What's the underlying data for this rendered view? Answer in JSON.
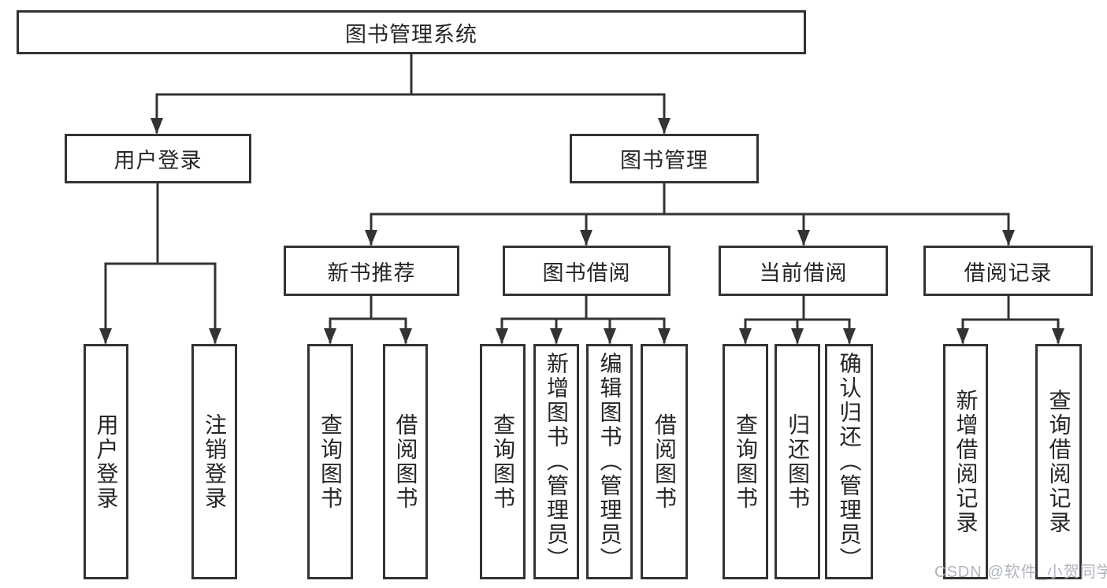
{
  "diagram": {
    "root": {
      "label": "图书管理系统"
    },
    "level2": [
      {
        "id": "user-login",
        "label": "用户登录"
      },
      {
        "id": "book-management",
        "label": "图书管理"
      }
    ],
    "level3": [
      {
        "id": "new-book-recommend",
        "label": "新书推荐"
      },
      {
        "id": "book-borrow",
        "label": "图书借阅"
      },
      {
        "id": "current-borrow",
        "label": "当前借阅"
      },
      {
        "id": "borrow-records",
        "label": "借阅记录"
      }
    ],
    "leaves": [
      {
        "id": "user-login",
        "label": "用户登录"
      },
      {
        "id": "logout",
        "label": "注销登录"
      },
      {
        "id": "query-books-recommend",
        "label": "查询图书"
      },
      {
        "id": "borrow-books-recommend",
        "label": "借阅图书"
      },
      {
        "id": "query-books-borrow",
        "label": "查询图书"
      },
      {
        "id": "add-book-admin",
        "label": "新增图书（管理员）"
      },
      {
        "id": "edit-book-admin",
        "label": "编辑图书（管理员）"
      },
      {
        "id": "borrow-books-borrow",
        "label": "借阅图书"
      },
      {
        "id": "query-books-current",
        "label": "查询图书"
      },
      {
        "id": "return-book",
        "label": "归还图书"
      },
      {
        "id": "confirm-return-admin",
        "label": "确认归还（管理员）"
      },
      {
        "id": "add-borrow-record",
        "label": "新增借阅记录"
      },
      {
        "id": "query-borrow-record",
        "label": "查询借阅记录"
      }
    ]
  },
  "watermark": {
    "text": "CSDN @软件_小贺同学"
  },
  "colors": {
    "line": "#333333",
    "box_border": "#333333",
    "text": "#262626",
    "background": "#ffffff",
    "watermark": "#acb0ba"
  }
}
